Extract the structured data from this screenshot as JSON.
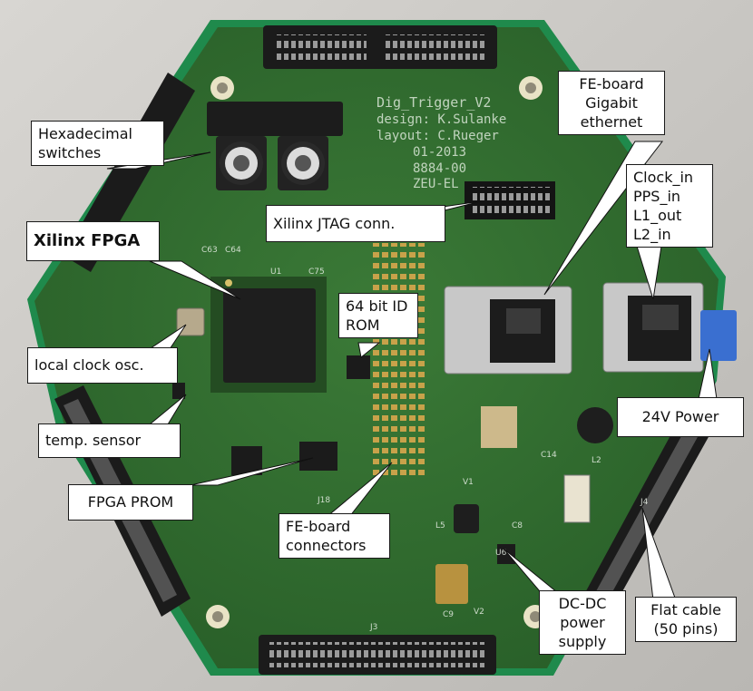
{
  "silkscreen": {
    "title": "Dig_Trigger_V2",
    "design": "design: K.Sulanke",
    "layout": "layout: C.Rueger",
    "date": "01-2013",
    "part": "8884-00",
    "org": "ZEU-EL"
  },
  "labels": {
    "hex_switches": "Hexadecimal switches",
    "xilinx_fpga": "Xilinx FPGA",
    "jtag": "Xilinx JTAG conn.",
    "fe_gigabit": "FE-board Gigabit ethernet",
    "clock_lines": [
      "Clock_in",
      "PPS_in",
      "L1_out",
      "L2_in"
    ],
    "id_rom": "64 bit ID ROM",
    "local_clock": "local clock osc.",
    "temp_sensor": "temp. sensor",
    "fpga_prom": "FPGA PROM",
    "fe_connectors": "FE-board connectors",
    "power_24v": "24V Power",
    "dc_dc": "DC-DC power supply",
    "flat_cable": "Flat cable (50 pins)"
  },
  "colors": {
    "pcb": "#2f6b2e",
    "pcb_edge": "#1f8a4c",
    "background": "#c9c7c3"
  }
}
